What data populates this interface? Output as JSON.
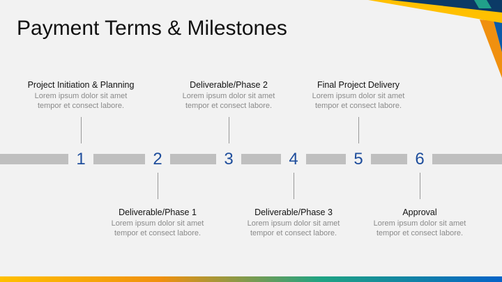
{
  "title": "Payment Terms & Milestones",
  "milestones": [
    {
      "num": "1",
      "heading": "Project Initiation & Planning",
      "line1": "Lorem ipsum dolor sit amet",
      "line2": "tempor et consect labore."
    },
    {
      "num": "2",
      "heading": "Deliverable/Phase 1",
      "line1": "Lorem ipsum dolor sit amet",
      "line2": "tempor et consect labore."
    },
    {
      "num": "3",
      "heading": "Deliverable/Phase 2",
      "line1": "Lorem ipsum dolor sit amet",
      "line2": "tempor et consect labore."
    },
    {
      "num": "4",
      "heading": "Deliverable/Phase 3",
      "line1": "Lorem ipsum dolor sit amet",
      "line2": "tempor et consect labore."
    },
    {
      "num": "5",
      "heading": "Final Project Delivery",
      "line1": "Lorem ipsum dolor sit amet",
      "line2": "tempor et consect labore."
    },
    {
      "num": "6",
      "heading": "Approval",
      "line1": "Lorem ipsum dolor sit amet",
      "line2": "tempor et consect labore."
    }
  ]
}
